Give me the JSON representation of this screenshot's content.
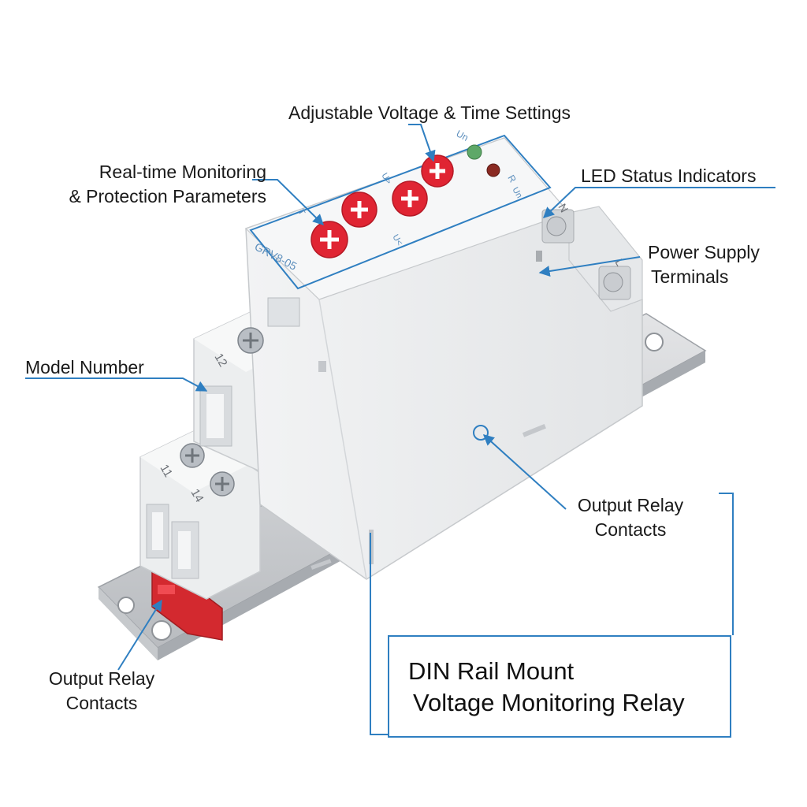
{
  "accent_color": "#2f7fc1",
  "dial_color": "#e02533",
  "device": {
    "model_label": "GRV8-05",
    "terminal_numbers": [
      "12",
      "11",
      "14",
      "N",
      "L"
    ],
    "led_labels": [
      "Un",
      "R"
    ],
    "dial_labels": [
      "Un",
      "U>",
      "U<",
      "T"
    ]
  },
  "callouts": {
    "voltage_time": {
      "text": "Adjustable Voltage & Time Settings"
    },
    "realtime": {
      "line1": "Real-time Monitoring",
      "line2": "& Protection Parameters"
    },
    "led": {
      "text": "LED Status Indicators"
    },
    "power": {
      "line1": "Power Supply",
      "line2": "Terminals"
    },
    "model": {
      "text": "Model Number"
    },
    "output_right": {
      "line1": "Output Relay",
      "line2": "Contacts"
    },
    "output_left": {
      "line1": "Output Relay",
      "line2": "Contacts"
    }
  },
  "title_block": {
    "line1": "DIN Rail Mount",
    "line2": "Voltage Monitoring Relay"
  }
}
